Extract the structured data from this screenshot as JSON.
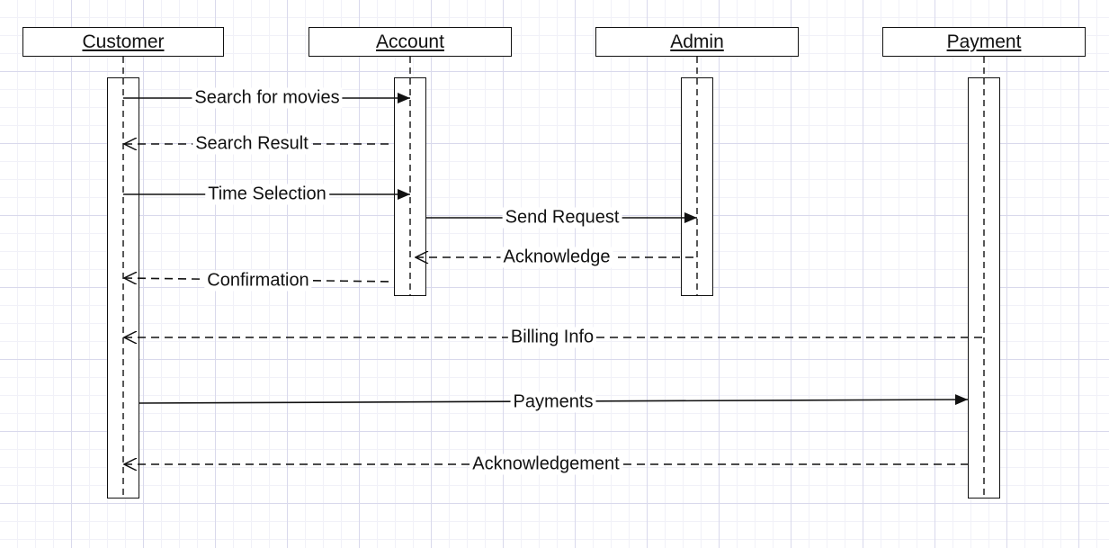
{
  "lifelines": [
    {
      "id": "customer",
      "label": "Customer"
    },
    {
      "id": "account",
      "label": "Account"
    },
    {
      "id": "admin",
      "label": "Admin"
    },
    {
      "id": "payment",
      "label": "Payment"
    }
  ],
  "messages": [
    {
      "label": "Search for movies",
      "from": "customer",
      "to": "account",
      "style": "sync"
    },
    {
      "label": "Search Result",
      "from": "account",
      "to": "customer",
      "style": "return"
    },
    {
      "label": "Time Selection",
      "from": "customer",
      "to": "account",
      "style": "sync"
    },
    {
      "label": "Send Request",
      "from": "account",
      "to": "admin",
      "style": "sync"
    },
    {
      "label": "Acknowledge",
      "from": "admin",
      "to": "account",
      "style": "return"
    },
    {
      "label": "Confirmation",
      "from": "account",
      "to": "customer",
      "style": "return"
    },
    {
      "label": "Billing Info",
      "from": "payment",
      "to": "customer",
      "style": "return"
    },
    {
      "label": "Payments",
      "from": "customer",
      "to": "payment",
      "style": "sync"
    },
    {
      "label": "Acknowledgement",
      "from": "payment",
      "to": "customer",
      "style": "return"
    }
  ]
}
